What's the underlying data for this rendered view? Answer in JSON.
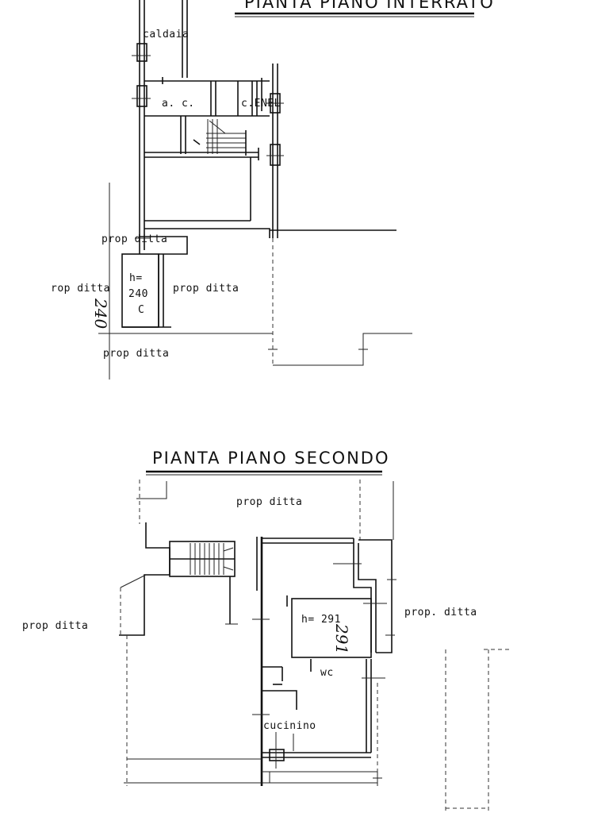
{
  "basement": {
    "title": "PIANTA PIANO INTERRATO",
    "labels": {
      "caldaia": "caldaia",
      "ac": "a. c.",
      "cenel": "c.ENEL",
      "prop_ditta_top": "prop ditta",
      "rop_ditta_left": "rop ditta",
      "prop_ditta_right": "prop ditta",
      "prop_ditta_bottom": "prop ditta",
      "h_label": "h=",
      "h_value": "240",
      "h_symbol": "C",
      "handwritten": "240"
    }
  },
  "second_floor": {
    "title": "PIANTA PIANO SECONDO",
    "labels": {
      "prop_ditta_top": "prop ditta",
      "prop_ditta_left": "prop ditta",
      "prop_ditta_right": "prop. ditta",
      "h_label": "h= 291",
      "handwritten": "291",
      "wc": "wc",
      "cucinino": "cucinino"
    }
  }
}
